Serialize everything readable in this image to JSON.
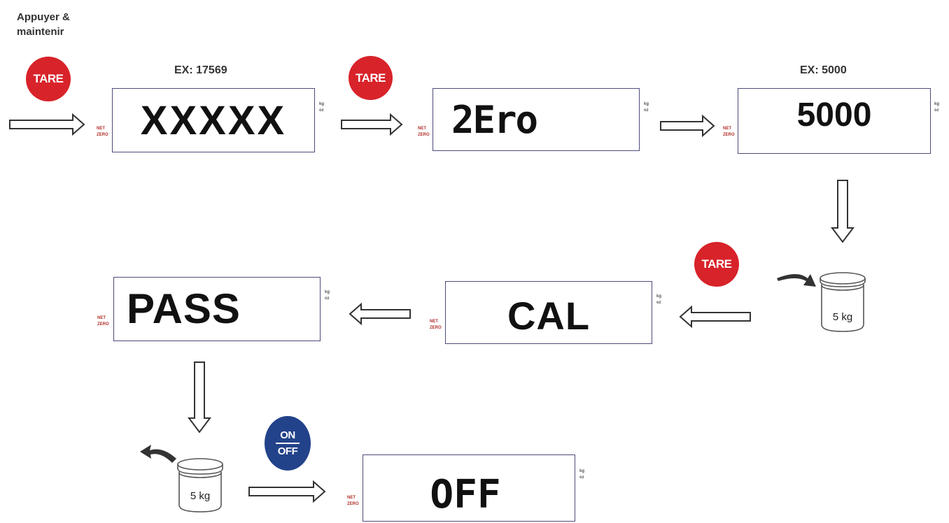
{
  "instruction": [
    "Appuyer &",
    "maintenir"
  ],
  "buttons": {
    "tare": "TARE",
    "on": "ON",
    "off": "OFF"
  },
  "examples": {
    "ex1": "EX: 17569",
    "ex2": "EX: 5000"
  },
  "displays": {
    "d1": "XXXXX",
    "d2": "2Ero",
    "d3": "5000",
    "d4": "CAL",
    "d5": "PASS",
    "d6": "OFF"
  },
  "indicators": {
    "net": "NET",
    "zero": "ZERO",
    "kg": "kg",
    "oz": "oz"
  },
  "weight": "5 kg",
  "colors": {
    "tare": "#d8232a",
    "onoff": "#22428a",
    "border": "#4b4b7a"
  }
}
